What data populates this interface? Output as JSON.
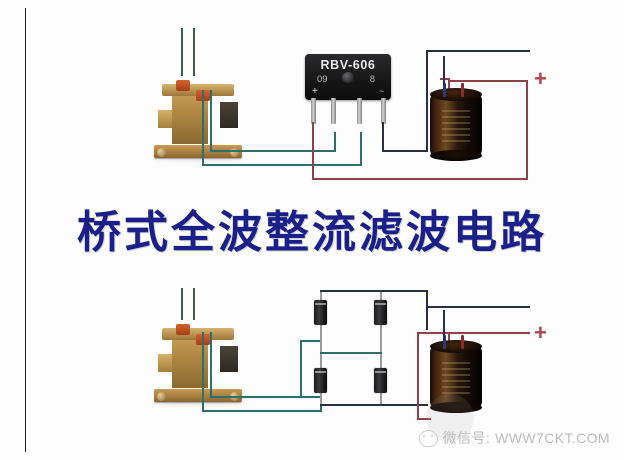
{
  "document": {
    "title": "桥式全波整流滤波电路",
    "title_color": "#1b1f8a",
    "background": "#ffffff"
  },
  "watermark": {
    "label": "微信号:",
    "url": "WWW7CKT.COM",
    "icon": "wechat-icon",
    "color": "#b9b9b9"
  },
  "circuits": [
    {
      "id": "circuit-top",
      "name": "bridge-module-rectifier",
      "components": {
        "transformer": {
          "name": "power-transformer",
          "primary_wire_color": "#3f5c49",
          "secondary_wire_color": "#2f6f6a"
        },
        "rectifier": {
          "name": "bridge-rectifier-module",
          "part_number": "RBV-606",
          "mark_left": "09",
          "mark_right": "8",
          "terminal_plus": "+",
          "terminal_ac": "~",
          "pin_count": 4
        },
        "capacitor": {
          "name": "electrolytic-filter-capacitor",
          "positive_lead_color": "#8c2b2b",
          "negative_lead_color": "#2d3a7a"
        }
      },
      "output": {
        "positive_marker": "+",
        "positive_wire_color": "#8c4246",
        "negative_wire_color": "#2b2f45"
      }
    },
    {
      "id": "circuit-bottom",
      "name": "discrete-diode-bridge-rectifier",
      "components": {
        "transformer": {
          "name": "power-transformer",
          "primary_wire_color": "#3f5c49",
          "secondary_wire_color": "#2f6f6a"
        },
        "diodes": [
          {
            "name": "diode-d1",
            "position": "top-left"
          },
          {
            "name": "diode-d2",
            "position": "top-right"
          },
          {
            "name": "diode-d3",
            "position": "bottom-left"
          },
          {
            "name": "diode-d4",
            "position": "bottom-right"
          }
        ],
        "capacitor": {
          "name": "electrolytic-filter-capacitor",
          "positive_lead_color": "#8c2b2b",
          "negative_lead_color": "#2d3a7a"
        }
      },
      "output": {
        "positive_marker": "+",
        "positive_wire_color": "#8c4246",
        "negative_wire_color": "#2b2f45"
      }
    }
  ]
}
